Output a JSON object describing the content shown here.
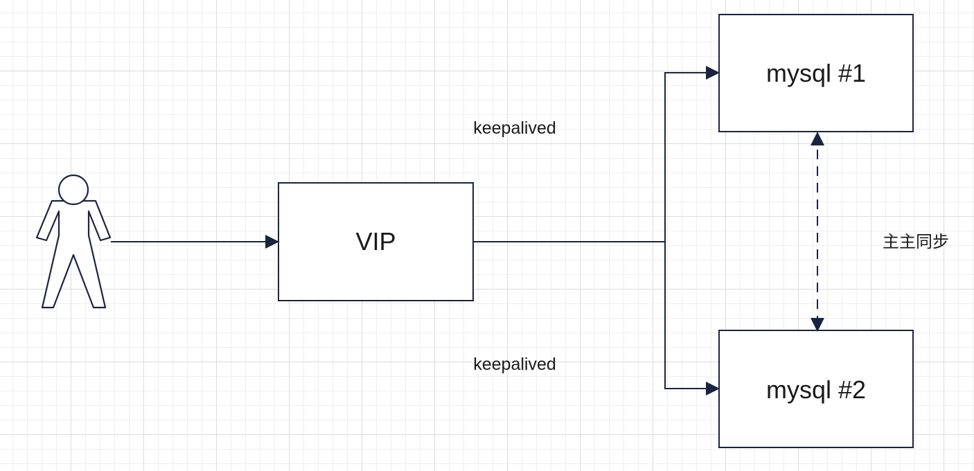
{
  "diagram": {
    "actor": {
      "icon": "user-icon"
    },
    "vip": {
      "label": "VIP"
    },
    "mysql1": {
      "label": "mysql #1"
    },
    "mysql2": {
      "label": "mysql #2"
    },
    "edges": {
      "top_label": "keepalived",
      "bottom_label": "keepalived",
      "sync_label": "主主同步"
    },
    "colors": {
      "stroke": "#1a2340",
      "text": "#1a1a1a",
      "grid_major": "#dcdcdc",
      "grid_minor": "#efefef"
    }
  }
}
